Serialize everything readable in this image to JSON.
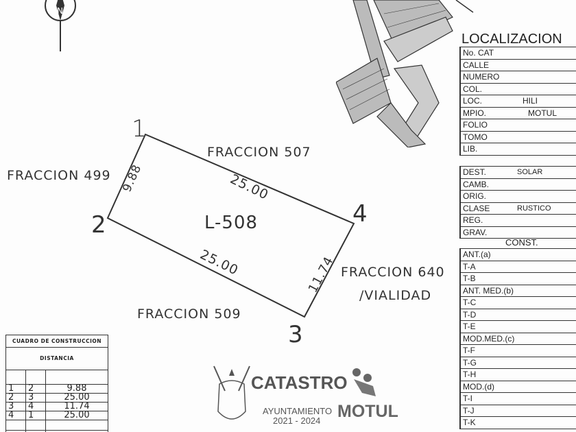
{
  "plan": {
    "lot_label": "L-508",
    "vertices": [
      "1",
      "2",
      "3",
      "4"
    ],
    "sides": {
      "s12": "9.88",
      "s23": "25.00",
      "s34": "11.74",
      "s41": "25.00"
    },
    "neighbors": {
      "north": "FRACCION 507",
      "west": "FRACCION 499",
      "south": "FRACCION 509",
      "east_line1": "FRACCION 640",
      "east_line2": "/VIALIDAD"
    }
  },
  "localizacion": {
    "title": "LOCALIZACION",
    "rows": [
      {
        "label": "No. CAT",
        "value": ""
      },
      {
        "label": "CALLE",
        "value": ""
      },
      {
        "label": "NUMERO",
        "value": ""
      },
      {
        "label": "COL.",
        "value": ""
      },
      {
        "label": "LOC.",
        "value": "HILI"
      },
      {
        "label": "MPIO.",
        "value": "MOTUL"
      },
      {
        "label": "FOLIO",
        "value": ""
      },
      {
        "label": "TOMO",
        "value": ""
      },
      {
        "label": "LIB.",
        "value": ""
      }
    ]
  },
  "destino": {
    "rows": [
      {
        "label": "DEST.",
        "value": "SOLAR"
      },
      {
        "label": "CAMB.",
        "value": ""
      },
      {
        "label": "ORIG.",
        "value": ""
      },
      {
        "label": "CLASE",
        "value": "RUSTICO"
      },
      {
        "label": "REG.",
        "value": ""
      },
      {
        "label": "GRAV.",
        "value": ""
      }
    ]
  },
  "const": {
    "title": "CONST.",
    "rows": [
      "ANT.(a)",
      "T-A",
      "T-B",
      "ANT. MED.(b)",
      "T-C",
      "T-D",
      "T-E",
      "MOD.MED.(c)",
      "T-F",
      "T-G",
      "T-H",
      "MOD.(d)",
      "T-I",
      "T-J",
      "T-K"
    ]
  },
  "cuadro": {
    "title": "CUADRO DE CONSTRUCCION",
    "subtitle": "DISTANCIA",
    "rows": [
      {
        "from": "1",
        "to": "2",
        "dist": "9.88"
      },
      {
        "from": "2",
        "to": "3",
        "dist": "25.00"
      },
      {
        "from": "3",
        "to": "4",
        "dist": "11.74"
      },
      {
        "from": "4",
        "to": "1",
        "dist": "25.00"
      }
    ]
  },
  "logo": {
    "title": "CATASTRO",
    "line1": "AYUNTAMIENTO",
    "years": "2021 - 2024",
    "city": "MOTUL"
  },
  "colors": {
    "ink": "#333333",
    "logo": "#555555"
  }
}
